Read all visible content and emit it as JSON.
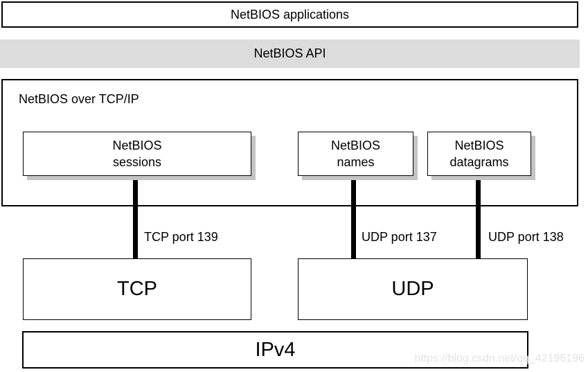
{
  "app_layer": {
    "label": "NetBIOS applications"
  },
  "api_layer": {
    "label": "NetBIOS API"
  },
  "nbt_layer": {
    "label": "NetBIOS over TCP/IP",
    "services": [
      {
        "name": "sessions",
        "lines": [
          "NetBIOS",
          "sessions"
        ]
      },
      {
        "name": "names",
        "lines": [
          "NetBIOS",
          "names"
        ]
      },
      {
        "name": "datagrams",
        "lines": [
          "NetBIOS",
          "datagrams"
        ]
      }
    ]
  },
  "port_labels": [
    {
      "label": "TCP port 139"
    },
    {
      "label": "UDP port 137"
    },
    {
      "label": "UDP port 138"
    }
  ],
  "transport_layer": [
    {
      "label": "TCP"
    },
    {
      "label": "UDP"
    }
  ],
  "network_layer": {
    "label": "IPv4"
  },
  "watermark": {
    "text": "https://blog.csdn.net/qq_42196196"
  },
  "colors": {
    "background": "#ffffff",
    "border": "#000000",
    "api_bar_bg": "#dcdcdc",
    "box_shadow": "#c4c4c4",
    "connector": "#000000",
    "watermark_text": "#e3e3e3"
  }
}
